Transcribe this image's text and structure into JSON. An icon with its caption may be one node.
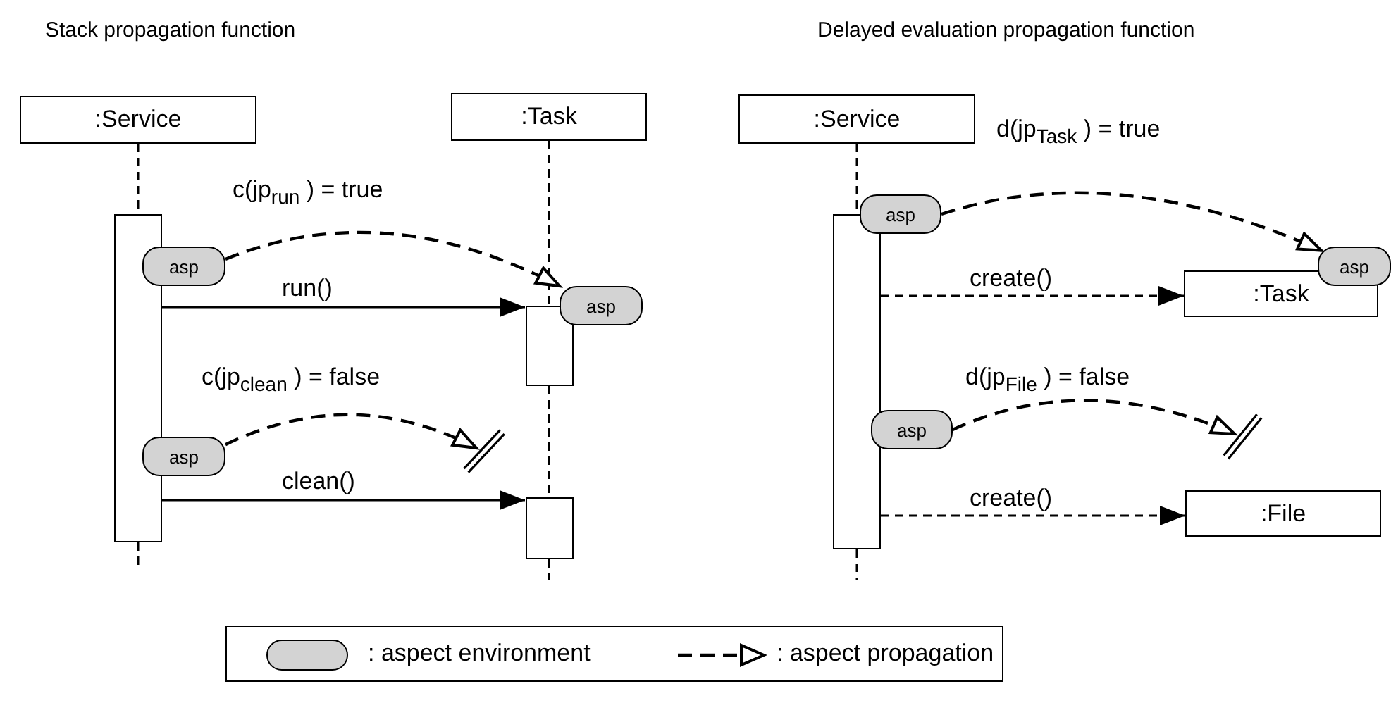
{
  "diagram": {
    "nodes": [
      {
        "text": [
          ":Service"
        ]
      },
      {
        "text": [
          ":Task"
        ]
      },
      {
        "text": [],
        "shape": "bar"
      },
      {
        "text": [],
        "shape": "bar"
      },
      {
        "text": [],
        "shape": "bar"
      },
      {
        "text": [
          "asp"
        ]
      },
      {
        "text": [
          "asp"
        ]
      },
      {
        "text": [
          "asp"
        ]
      },
      {
        "text": [
          ":Service"
        ]
      },
      {
        "text": [],
        "shape": "bar"
      },
      {
        "text": [
          "asp"
        ]
      },
      {
        "text": [
          ":Task"
        ]
      },
      {
        "text": [
          "asp"
        ]
      },
      {
        "text": [
          "asp"
        ]
      },
      {
        "text": [
          ":File"
        ]
      }
    ],
    "edges": [
      {
        "from": 0,
        "to": 2,
        "arrow": "none",
        "style": "dashed"
      },
      {
        "from": 2,
        "to": null,
        "arrow": "none",
        "style": "dashed"
      },
      {
        "from": 1,
        "to": 3,
        "arrow": "none",
        "style": "dashed"
      },
      {
        "from": 3,
        "to": 4,
        "arrow": "none",
        "style": "dashed"
      },
      {
        "from": 4,
        "to": null,
        "arrow": "none",
        "style": "dashed"
      },
      {
        "from": 5,
        "to": 6,
        "arrow": "to",
        "style": "dashed",
        "label": "c(jp$_{run}$ ) = true"
      },
      {
        "from": 2,
        "to": 3,
        "arrow": "to",
        "label": "run()"
      },
      {
        "from": 7,
        "to": null,
        "arrow": "to",
        "style": "dashed",
        "label": "c(jp$_{clean}$ ) = false"
      },
      {
        "from": 2,
        "to": 4,
        "arrow": "to",
        "label": "clean()"
      },
      {
        "from": 8,
        "to": 9,
        "arrow": "none",
        "style": "dashed"
      },
      {
        "from": 9,
        "to": null,
        "arrow": "none",
        "style": "dashed"
      },
      {
        "from": 10,
        "to": 12,
        "arrow": "to",
        "style": "dashed",
        "label": "d(jp$_{Task}$ ) = true"
      },
      {
        "from": 9,
        "to": 11,
        "arrow": "to",
        "style": "dashed",
        "label": "create()"
      },
      {
        "from": 13,
        "to": null,
        "arrow": "to",
        "style": "dashed",
        "label": "d(jp$_{File}$ ) = false"
      },
      {
        "from": 9,
        "to": 14,
        "arrow": "to",
        "style": "dashed",
        "label": "create()"
      }
    ],
    "labels": [
      "Stack propagation function",
      "Delayed evaluation propagation function"
    ],
    "legend": [
      {
        "text": ": aspect environment",
        "color": "#d3d3d3"
      },
      {
        "text": ": aspect propagation"
      }
    ]
  }
}
